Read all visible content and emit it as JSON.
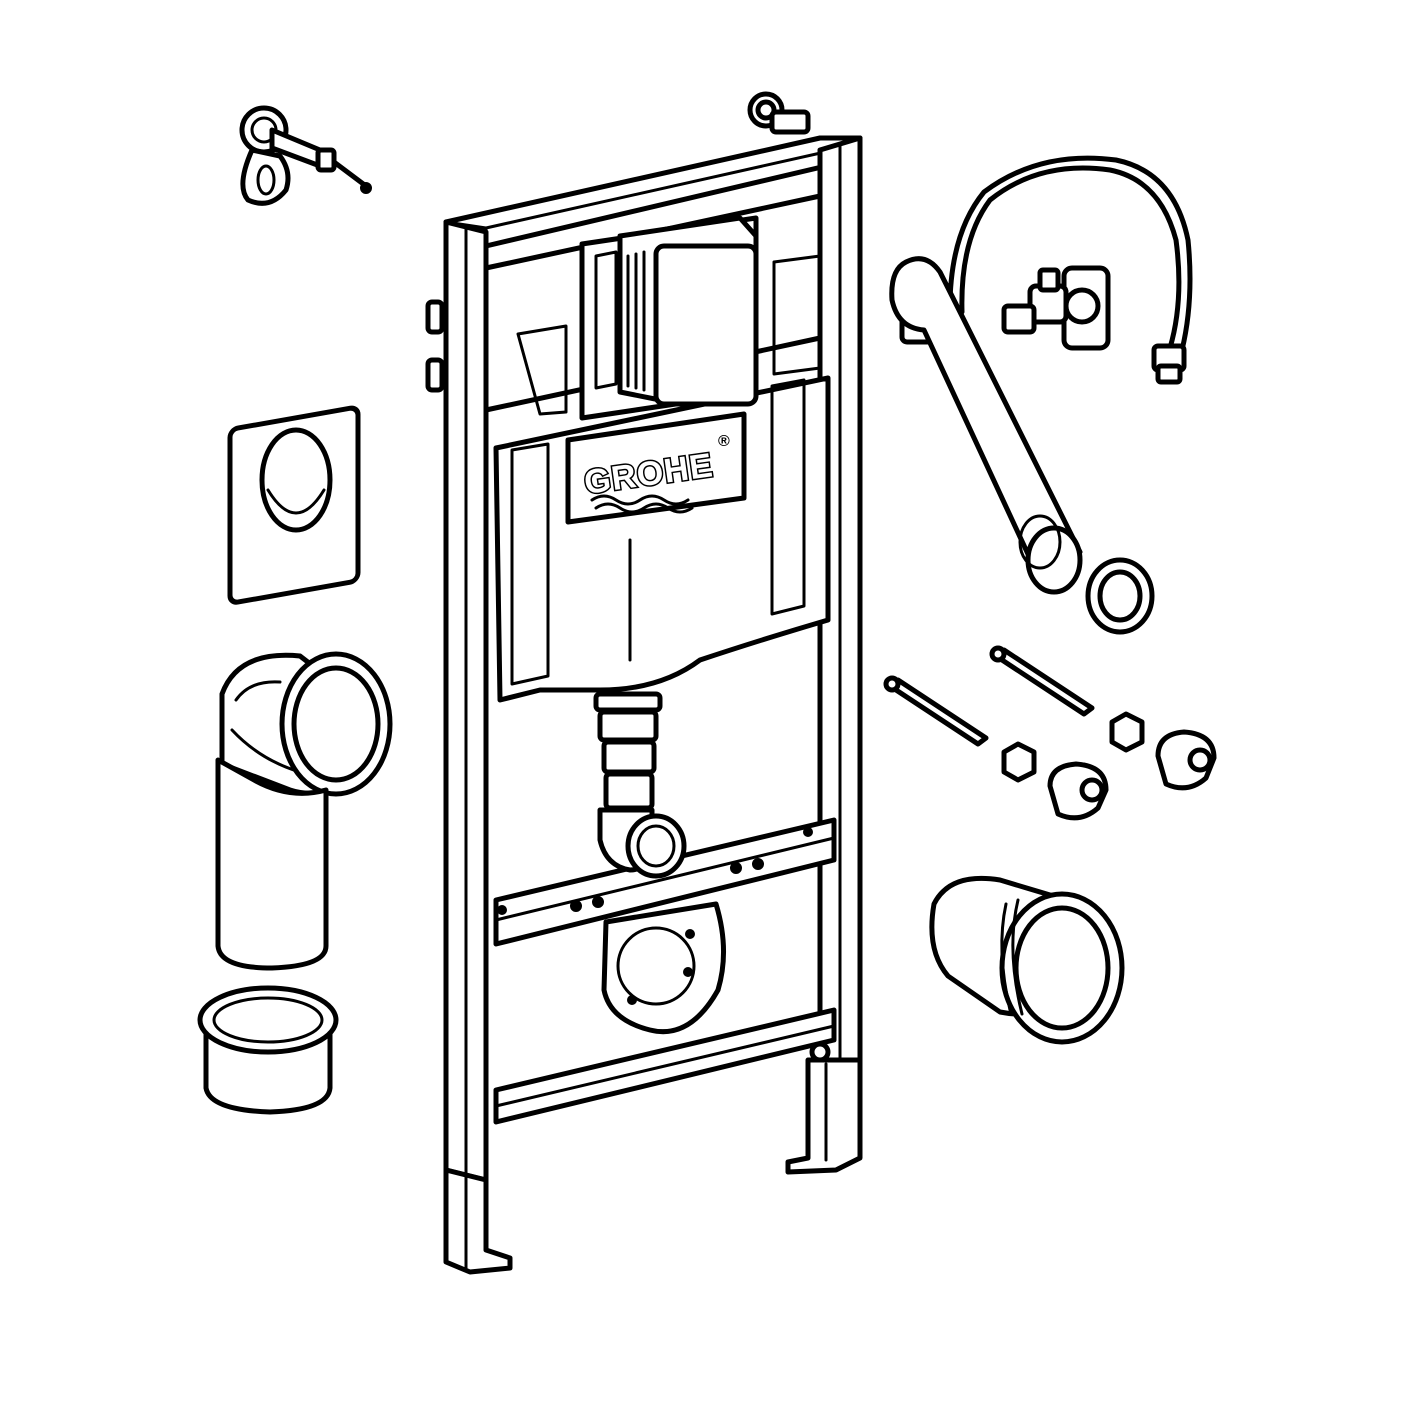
{
  "logo": {
    "brand": "GROHE",
    "registered_mark": "®"
  },
  "components": [
    "wall-bracket-set",
    "actuation-plate",
    "flush-bend",
    "flush-pipe",
    "pipe-end-cap",
    "installation-frame",
    "cistern",
    "water-supply-hose",
    "angle-valve",
    "connection-pipe",
    "sealing-sleeve",
    "threaded-rods",
    "nuts",
    "cap-covers",
    "drain-connector"
  ],
  "colors": {
    "line": "#000000",
    "background": "#ffffff"
  }
}
